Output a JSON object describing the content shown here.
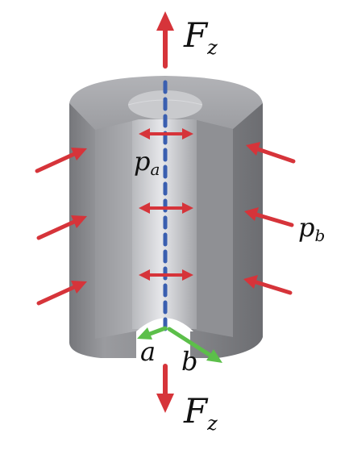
{
  "labels": {
    "force_top": {
      "main": "F",
      "sub": "z"
    },
    "force_bottom": {
      "main": "F",
      "sub": "z"
    },
    "inner_pressure": {
      "main": "p",
      "sub": "a"
    },
    "outer_pressure": {
      "main": "p",
      "sub": "b"
    },
    "inner_radius": "a",
    "outer_radius": "b"
  },
  "colors": {
    "force_arrow": "#d6343a",
    "pressure_arrow": "#d6343a",
    "axis": "#3a5fb0",
    "radius_arrow": "#5cbf4a",
    "cylinder_body": "#8e8f93",
    "cylinder_top": "#a4a5a9"
  },
  "icons": {
    "cylinder": "thick-walled-cylinder-icon",
    "axis": "dashed-axis-icon"
  }
}
